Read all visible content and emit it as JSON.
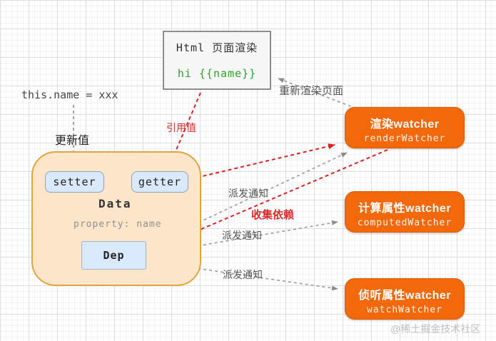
{
  "html_panel": {
    "title": "Html 页面渲染",
    "binding": "hi {{name}}"
  },
  "assignment": "this.name = xxx",
  "labels": {
    "update": "更新值",
    "rerender": "重新渲染页面",
    "reference": "引用值",
    "notify_render": "派发通知",
    "collect": "收集依赖",
    "notify_computed": "派发通知",
    "notify_watch": "派发通知"
  },
  "data_group": {
    "setter": "setter",
    "getter": "getter",
    "title": "Data",
    "property": "property: name",
    "dep": "Dep"
  },
  "watchers": [
    {
      "title": "渲染watcher",
      "subtitle": "renderWatcher"
    },
    {
      "title": "计算属性watcher",
      "subtitle": "computedWatcher"
    },
    {
      "title": "侦听属性watcher",
      "subtitle": "watchWatcher"
    }
  ],
  "watermark": "@稀土掘金技术社区",
  "colors": {
    "watcher_orange": "#f2680b",
    "data_group_fill": "#fce5c8",
    "data_group_border": "#dfa43e",
    "node_blue_fill": "#d9e9fb",
    "node_blue_border": "#8fa3bc",
    "red_edge": "#e02020",
    "gray_edge": "#999999",
    "binding_green": "#2f9e2f"
  }
}
